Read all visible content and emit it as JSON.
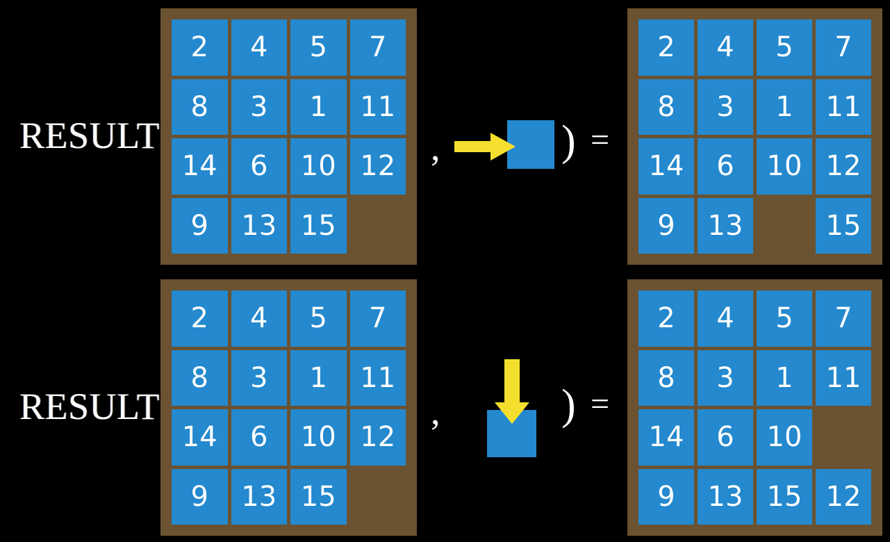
{
  "background_color": "#000000",
  "colors": {
    "tile": "#2489CE",
    "board_frame": "#6B5230",
    "arrow": "#F5DF2E",
    "text": "#FFFFFF"
  },
  "syntax": {
    "result_label": "RESULT(",
    "comma": ",",
    "close_paren": ")",
    "equals": "="
  },
  "rows": [
    {
      "id": "row-1",
      "input_board": {
        "name": "input-board-row-1",
        "rows": 4,
        "cols": 4,
        "cells": [
          [
            "2",
            "4",
            "5",
            "7"
          ],
          [
            "8",
            "3",
            "1",
            "11"
          ],
          [
            "14",
            "6",
            "10",
            "12"
          ],
          [
            "9",
            "13",
            "15",
            ""
          ]
        ],
        "blank_position": {
          "row": 3,
          "col": 3
        }
      },
      "action": {
        "name": "move-right-action",
        "icon": "arrow-right-icon",
        "direction": "right",
        "description": "slide tile left into blank (blank moves right)"
      },
      "output_board": {
        "name": "output-board-row-1",
        "rows": 4,
        "cols": 4,
        "cells": [
          [
            "2",
            "4",
            "5",
            "7"
          ],
          [
            "8",
            "3",
            "1",
            "11"
          ],
          [
            "14",
            "6",
            "10",
            "12"
          ],
          [
            "9",
            "13",
            "",
            "15"
          ]
        ],
        "blank_position": {
          "row": 3,
          "col": 2
        }
      }
    },
    {
      "id": "row-2",
      "input_board": {
        "name": "input-board-row-2",
        "rows": 4,
        "cols": 4,
        "cells": [
          [
            "2",
            "4",
            "5",
            "7"
          ],
          [
            "8",
            "3",
            "1",
            "11"
          ],
          [
            "14",
            "6",
            "10",
            "12"
          ],
          [
            "9",
            "13",
            "15",
            ""
          ]
        ],
        "blank_position": {
          "row": 3,
          "col": 3
        }
      },
      "action": {
        "name": "move-down-action",
        "icon": "arrow-down-icon",
        "direction": "down",
        "description": "slide tile up into blank (blank moves down)"
      },
      "output_board": {
        "name": "output-board-row-2",
        "rows": 4,
        "cols": 4,
        "cells": [
          [
            "2",
            "4",
            "5",
            "7"
          ],
          [
            "8",
            "3",
            "1",
            "11"
          ],
          [
            "14",
            "6",
            "10",
            ""
          ],
          [
            "9",
            "13",
            "15",
            "12"
          ]
        ],
        "blank_position": {
          "row": 2,
          "col": 3
        }
      }
    }
  ]
}
